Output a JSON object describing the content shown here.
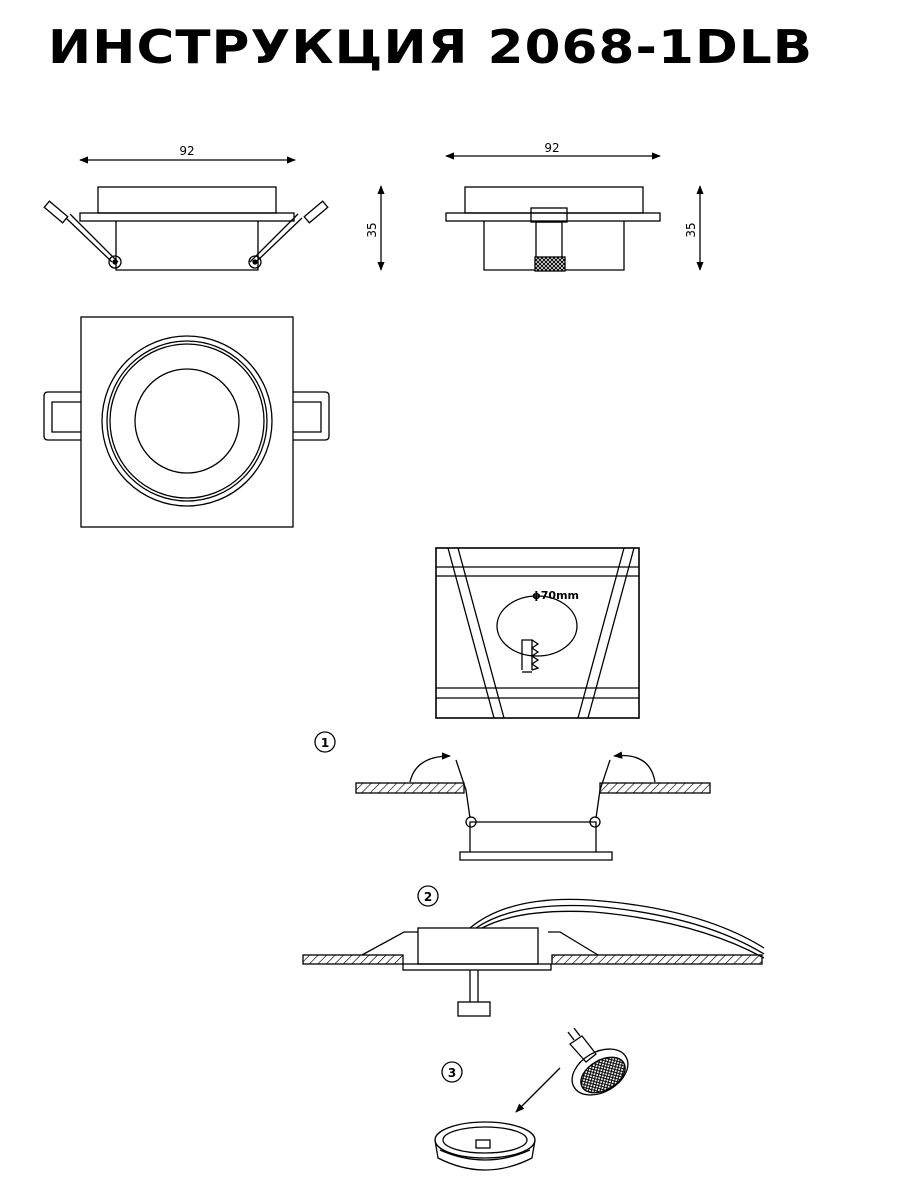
{
  "header": {
    "title": "ИНСТРУКЦИЯ 2068-1DLB"
  },
  "dimensions": {
    "side_view_width": "92",
    "side_view_height": "35",
    "front_view_width": "92",
    "front_view_height": "35"
  },
  "cutout": {
    "label": "ϕ70mm"
  },
  "steps": [
    {
      "number": "1"
    },
    {
      "number": "2"
    },
    {
      "number": "3"
    }
  ]
}
